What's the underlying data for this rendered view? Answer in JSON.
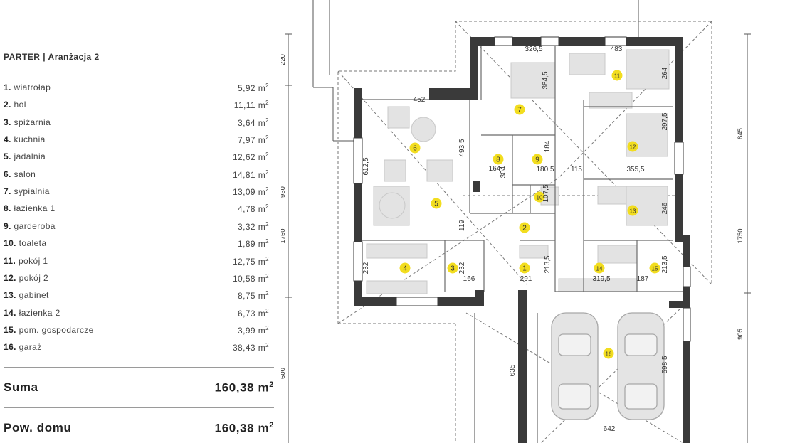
{
  "legend": {
    "title": "PARTER | Aranżacja 2",
    "rooms": [
      {
        "num": "1.",
        "name": "wiatrołap",
        "area": "5,92 m",
        "sup": "2"
      },
      {
        "num": "2.",
        "name": "hol",
        "area": "11,11 m",
        "sup": "2"
      },
      {
        "num": "3.",
        "name": "spiżarnia",
        "area": "3,64 m",
        "sup": "2"
      },
      {
        "num": "4.",
        "name": "kuchnia",
        "area": "7,97 m",
        "sup": "2"
      },
      {
        "num": "5.",
        "name": "jadalnia",
        "area": "12,62 m",
        "sup": "2"
      },
      {
        "num": "6.",
        "name": "salon",
        "area": "14,81 m",
        "sup": "2"
      },
      {
        "num": "7.",
        "name": "sypialnia",
        "area": "13,09 m",
        "sup": "2"
      },
      {
        "num": "8.",
        "name": "łazienka 1",
        "area": "4,78 m",
        "sup": "2"
      },
      {
        "num": "9.",
        "name": "garderoba",
        "area": "3,32 m",
        "sup": "2"
      },
      {
        "num": "10.",
        "name": "toaleta",
        "area": "1,89 m",
        "sup": "2"
      },
      {
        "num": "11.",
        "name": "pokój 1",
        "area": "12,75 m",
        "sup": "2"
      },
      {
        "num": "12.",
        "name": "pokój 2",
        "area": "10,58 m",
        "sup": "2"
      },
      {
        "num": "13.",
        "name": "gabinet",
        "area": "8,75 m",
        "sup": "2"
      },
      {
        "num": "14.",
        "name": "łazienka 2",
        "area": "6,73 m",
        "sup": "2"
      },
      {
        "num": "15.",
        "name": "pom. gospodarcze",
        "area": "3,99 m",
        "sup": "2"
      },
      {
        "num": "16.",
        "name": "garaż",
        "area": "38,43 m",
        "sup": "2"
      }
    ],
    "sum_label": "Suma",
    "sum_value": "160,38 m",
    "house_label": "Pow. domu",
    "house_value": "160,38 m",
    "sup": "2"
  },
  "plan": {
    "room_markers": [
      "1",
      "2",
      "3",
      "4",
      "5",
      "6",
      "7",
      "8",
      "9",
      "10",
      "11",
      "12",
      "13",
      "14",
      "15",
      "16"
    ],
    "dimensions": [
      "326,5",
      "483",
      "452",
      "384,5",
      "264",
      "493,5",
      "612,5",
      "164",
      "304",
      "184",
      "180,5",
      "115",
      "355,5",
      "297,5",
      "107,5",
      "246",
      "119",
      "232",
      "232",
      "166",
      "291",
      "213,5",
      "319,5",
      "213,5",
      "187",
      "635",
      "598,5",
      "642"
    ],
    "outer_dimensions_left": [
      "220",
      "930",
      "1750",
      "600"
    ],
    "outer_dimensions_right": [
      "845",
      "1750",
      "905"
    ]
  },
  "colors": {
    "wall": "#3a3a3a",
    "marker": "#f2dd1f",
    "grey_furniture": "#d9d9d9"
  }
}
